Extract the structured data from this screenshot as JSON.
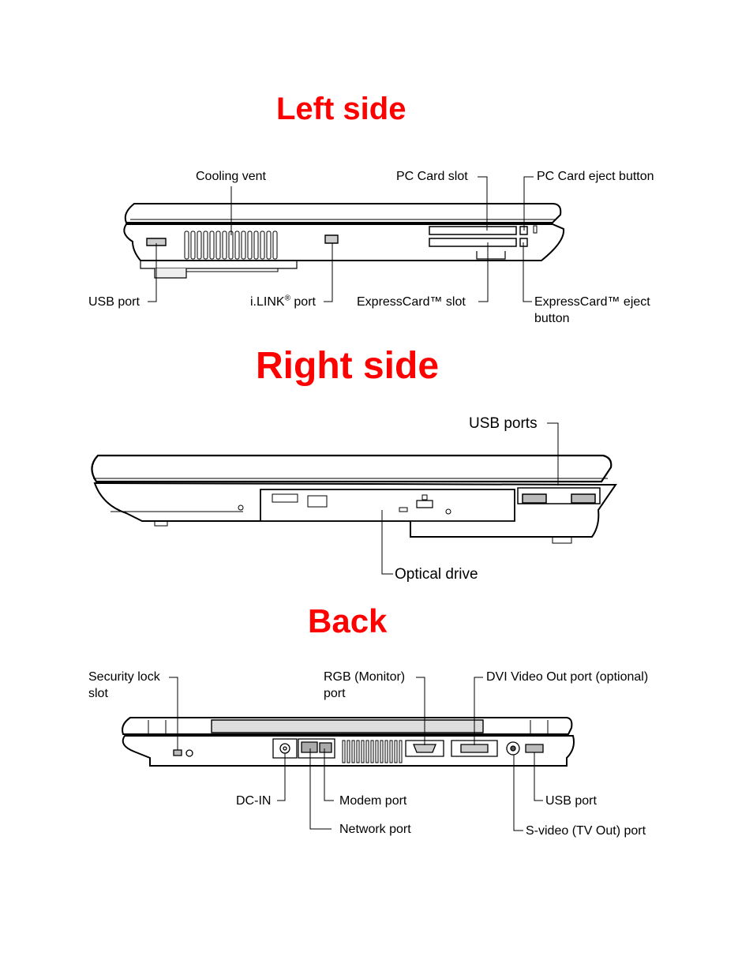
{
  "sections": {
    "left": {
      "heading": "Left side",
      "labels": {
        "cooling_vent": "Cooling vent",
        "pc_card_slot": "PC Card slot",
        "pc_card_eject": "PC Card eject button",
        "usb_port": "USB port",
        "ilink_main": "i.LINK",
        "ilink_reg": "®",
        "ilink_port": " port",
        "expresscard_slot": "ExpressCard™ slot",
        "expresscard_eject_line1": "ExpressCard™ eject",
        "expresscard_eject_line2": "button"
      }
    },
    "right": {
      "heading": "Right side",
      "labels": {
        "usb_ports": "USB ports",
        "optical_drive": "Optical drive"
      }
    },
    "back": {
      "heading": "Back",
      "labels": {
        "security_lock_line1": "Security lock",
        "security_lock_line2": "slot",
        "rgb_line1": "RGB (Monitor)",
        "rgb_line2": "port",
        "dvi": "DVI Video Out port (optional)",
        "dc_in": "DC-IN",
        "modem": "Modem port",
        "network": "Network port",
        "usb_port": "USB port",
        "svideo": "S-video (TV Out) port"
      }
    }
  },
  "colors": {
    "heading": "#ff0000",
    "line": "#000000",
    "label": "#000000"
  }
}
